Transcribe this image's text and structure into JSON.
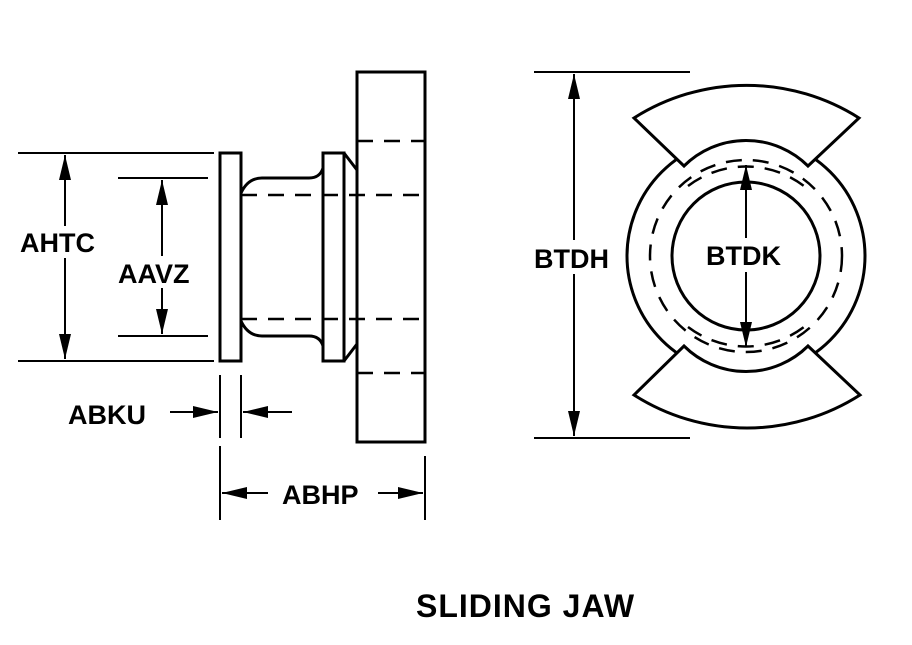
{
  "diagram": {
    "title": "SLIDING JAW",
    "dimensions": {
      "ahtc": "AHTC",
      "aavz": "AAVZ",
      "abku": "ABKU",
      "abhp": "ABHP",
      "btdh": "BTDH",
      "btdk": "BTDK"
    }
  }
}
